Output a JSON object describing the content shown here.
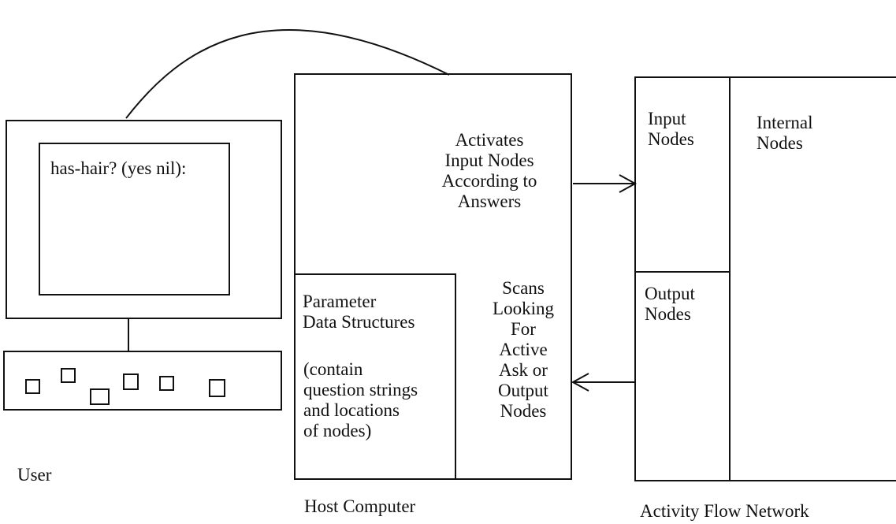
{
  "screen_prompt": "has-hair? (yes nil):",
  "labels": {
    "user": "User",
    "host_computer": "Host Computer",
    "activity_flow_network": "Activity Flow Network"
  },
  "host": {
    "activates_text": "Activates\nInput Nodes\nAccording to\nAnswers",
    "parameter_title": "Parameter\nData Structures",
    "parameter_note": "(contain\nquestion strings\nand locations\nof nodes)",
    "scans_text": "Scans\nLooking\nFor\nActive\nAsk or\nOutput\nNodes"
  },
  "network": {
    "input_nodes": "Input\nNodes",
    "internal_nodes": "Internal\nNodes",
    "output_nodes": "Output\nNodes"
  }
}
